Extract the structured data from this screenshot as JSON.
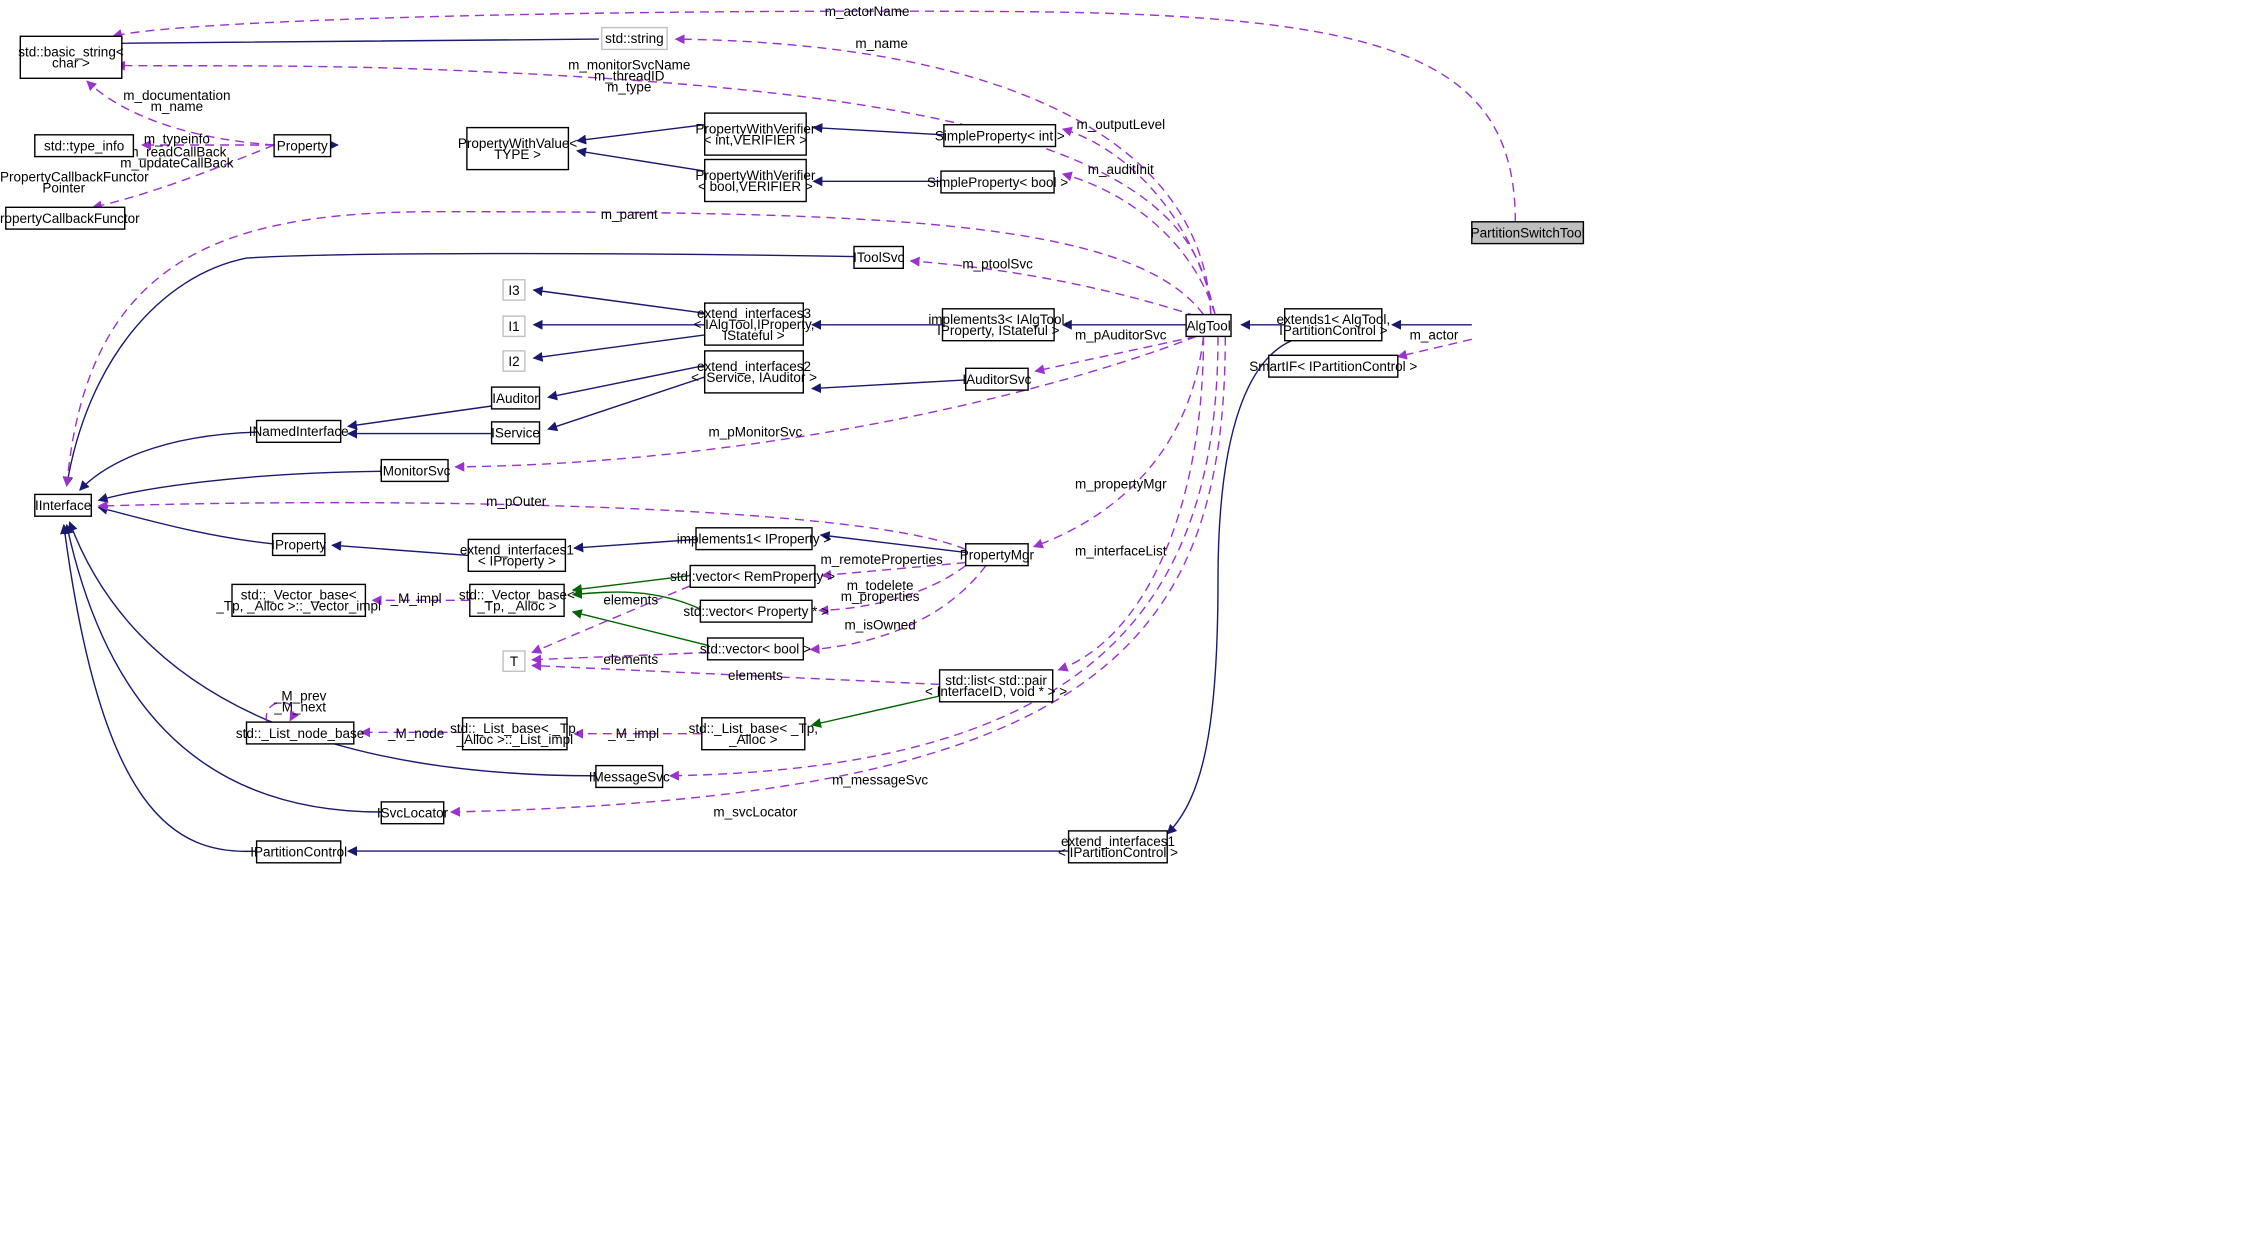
{
  "nodes": {
    "PartitionSwitchTool": [
      "PartitionSwitchTool"
    ],
    "basic_string": [
      "std::basic_string<",
      "char >"
    ],
    "string": [
      "std::string"
    ],
    "type_info": [
      "std::type_info"
    ],
    "Property": [
      "Property"
    ],
    "PropertyWithValue": [
      "PropertyWithValue<",
      "TYPE >"
    ],
    "PWV_int": [
      "PropertyWithVerifier",
      "< int,VERIFIER >"
    ],
    "PWV_bool": [
      "PropertyWithVerifier",
      "< bool,VERIFIER >"
    ],
    "SP_int": [
      "SimpleProperty< int >"
    ],
    "SP_bool": [
      "SimpleProperty< bool >"
    ],
    "PCBF": [
      "PropertyCallbackFunctor"
    ],
    "IToolSvc": [
      "IToolSvc"
    ],
    "I3": [
      "I3"
    ],
    "I1": [
      "I1"
    ],
    "I2": [
      "I2"
    ],
    "ext3": [
      "extend_interfaces3",
      "< IAlgTool,IProperty,",
      "IStateful >"
    ],
    "impl3": [
      "implements3< IAlgTool,",
      "IProperty, IStateful >"
    ],
    "AlgTool": [
      "AlgTool"
    ],
    "extends1": [
      "extends1< AlgTool,",
      "IPartitionControl >"
    ],
    "SmartIF": [
      "SmartIF< IPartitionControl >"
    ],
    "IAuditor": [
      "IAuditor"
    ],
    "ext2": [
      "extend_interfaces2",
      "< IService, IAuditor >"
    ],
    "IAuditorSvc": [
      "IAuditorSvc"
    ],
    "INamedInterface": [
      "INamedInterface"
    ],
    "IService": [
      "IService"
    ],
    "IMonitorSvc": [
      "IMonitorSvc"
    ],
    "IInterface": [
      "IInterface"
    ],
    "IProperty": [
      "IProperty"
    ],
    "ext1_IProperty": [
      "extend_interfaces1",
      "< IProperty >"
    ],
    "impl1": [
      "implements1< IProperty >"
    ],
    "PropertyMgr": [
      "PropertyMgr"
    ],
    "vec_remprop": [
      "std::vector< RemProperty >"
    ],
    "vec_base_impl": [
      "std::_Vector_base<",
      "_Tp, _Alloc >::_Vector_impl"
    ],
    "vec_base": [
      "std::_Vector_base<",
      "_Tp, _Alloc >"
    ],
    "vec_prop": [
      "std::vector< Property * >"
    ],
    "vec_bool": [
      "std::vector< bool >"
    ],
    "T": [
      "T"
    ],
    "list_pair": [
      "std::list< std::pair",
      "< InterfaceID, void * > >"
    ],
    "list_node_base": [
      "std::_List_node_base"
    ],
    "list_base_impl": [
      "std::_List_base< _Tp,",
      "_Alloc >::_List_impl"
    ],
    "list_base": [
      "std::_List_base< _Tp,",
      "_Alloc >"
    ],
    "IMessageSvc": [
      "IMessageSvc"
    ],
    "ISvcLocator": [
      "ISvcLocator"
    ],
    "IPartitionControl": [
      "IPartitionControl"
    ],
    "ext1_IPC": [
      "extend_interfaces1",
      "< IPartitionControl >"
    ]
  },
  "edge_labels": {
    "m_actorName": [
      "m_actorName"
    ],
    "m_name": [
      "m_name"
    ],
    "m_monitorSvcName": [
      "m_monitorSvcName",
      "m_threadID",
      "m_type"
    ],
    "m_documentation": [
      "m_documentation",
      "m_name"
    ],
    "m_typeinfo": [
      "m_typeinfo"
    ],
    "m_readCallBack": [
      "m_readCallBack",
      "m_updateCallBack"
    ],
    "nullProperty": [
      "nullPropertyCallbackFunctor",
      "Pointer"
    ],
    "m_outputLevel": [
      "m_outputLevel"
    ],
    "m_auditInit": [
      "m_auditInit"
    ],
    "m_parent": [
      "m_parent"
    ],
    "m_ptoolSvc": [
      "m_ptoolSvc"
    ],
    "m_pAuditorSvc": [
      "m_pAuditorSvc"
    ],
    "m_actor": [
      "m_actor"
    ],
    "m_pMonitorSvc": [
      "m_pMonitorSvc"
    ],
    "m_propertyMgr": [
      "m_propertyMgr"
    ],
    "m_pOuter": [
      "m_pOuter"
    ],
    "m_interfaceList": [
      "m_interfaceList"
    ],
    "m_remoteProperties": [
      "m_remoteProperties"
    ],
    "M_impl_vec": [
      "_M_impl"
    ],
    "elements_1": [
      "elements"
    ],
    "m_todelete": [
      "m_todelete",
      "m_properties"
    ],
    "m_isOwned": [
      "m_isOwned"
    ],
    "elements_2": [
      "elements"
    ],
    "elements_3": [
      "elements"
    ],
    "M_prev": [
      "_M_prev",
      "_M_next"
    ],
    "M_node": [
      "_M_node"
    ],
    "M_impl_list": [
      "_M_impl"
    ],
    "m_messageSvc": [
      "m_messageSvc"
    ],
    "m_svcLocator": [
      "m_svcLocator"
    ]
  },
  "colors": {
    "inheritance": "#191970",
    "template": "#006400",
    "usage": "#9a32cd",
    "selected_fill": "#bfbfbf",
    "gray_border": "#c0c0c0"
  }
}
